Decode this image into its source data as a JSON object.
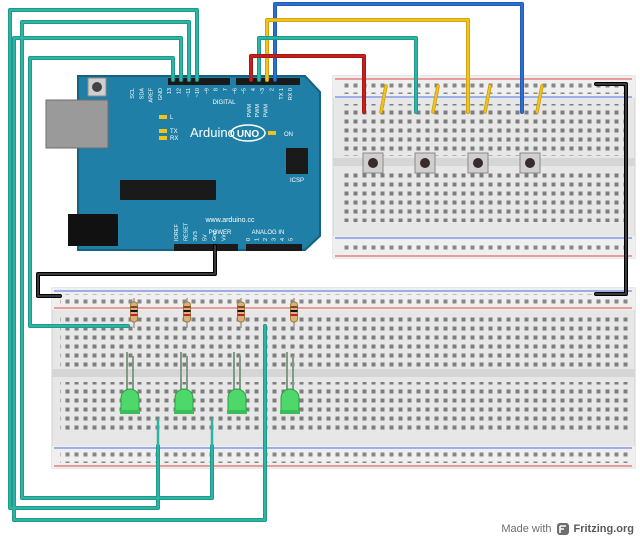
{
  "arduino": {
    "brand": "Arduino",
    "model": "UNO",
    "url": "www.arduino.cc",
    "label_digital": "DIGITAL",
    "label_power": "POWER",
    "label_analog_in": "ANALOG IN",
    "label_icsp": "ICSP",
    "label_on": "ON",
    "led_l": "L",
    "led_tx": "TX",
    "led_rx": "RX",
    "header_top": [
      "SCL",
      "SDA",
      "AREF",
      "GND",
      "13",
      "12",
      "~11",
      "~10",
      "~9",
      "8",
      "7",
      "~6",
      "~5",
      "4",
      "~3",
      "2",
      "TX 1",
      "RX 0"
    ],
    "pwm_labels": [
      "PWM",
      "PWM",
      "PWM"
    ],
    "power_pins": [
      "IOREF",
      "RESET",
      "3V3",
      "5V",
      "Gnd",
      "Vin"
    ],
    "analog_pins": [
      "0",
      "1",
      "2",
      "3",
      "4",
      "5"
    ]
  },
  "colors": {
    "board": "#1f7fa6",
    "board_dark": "#17607f",
    "wire_teal": "#2ab5a5",
    "wire_black": "#1a1a1a",
    "wire_red": "#c81e1e",
    "wire_yellow": "#f2c31b",
    "wire_blue": "#2a6fd1",
    "led_green": "#4cd96a",
    "breadboard": "#e9e9e9",
    "rail_red": "#e24a4a",
    "rail_blue": "#4a6fe2"
  },
  "components": {
    "buttons": 4,
    "leds": 4,
    "resistors": 4
  },
  "credit": {
    "prefix": "Made with",
    "brand": "Fritzing.org"
  }
}
